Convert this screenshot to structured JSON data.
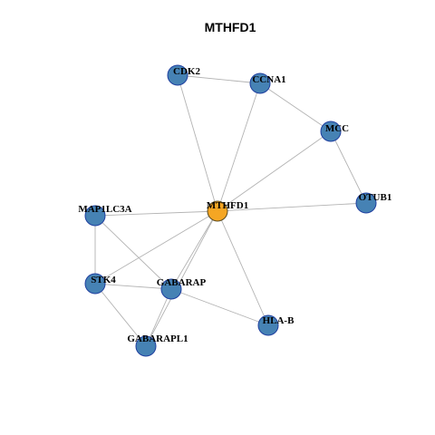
{
  "title": "MTHFD1",
  "colors": {
    "background": "#ffffff",
    "hub_fill": "#f5a623",
    "node_fill": "#4682b4",
    "node_stroke": "#1f3fa0",
    "edge": "#b3b3b3"
  },
  "nodes": [
    {
      "id": "MTHFD1",
      "label": "MTHFD1",
      "hub": true
    },
    {
      "id": "CDK2",
      "label": "CDK2",
      "hub": false
    },
    {
      "id": "CCNA1",
      "label": "CCNA1",
      "hub": false
    },
    {
      "id": "MCC",
      "label": "MCC",
      "hub": false
    },
    {
      "id": "OTUB1",
      "label": "OTUB1",
      "hub": false
    },
    {
      "id": "MAP1LC3A",
      "label": "MAP1LC3A",
      "hub": false
    },
    {
      "id": "STK4",
      "label": "STK4",
      "hub": false
    },
    {
      "id": "GABARAP",
      "label": "GABARAP",
      "hub": false
    },
    {
      "id": "HLA-B",
      "label": "HLA-B",
      "hub": false
    },
    {
      "id": "GABARAPL1",
      "label": "GABARAPL1",
      "hub": false
    }
  ],
  "edges": [
    [
      "MTHFD1",
      "CDK2"
    ],
    [
      "MTHFD1",
      "CCNA1"
    ],
    [
      "MTHFD1",
      "MCC"
    ],
    [
      "MTHFD1",
      "OTUB1"
    ],
    [
      "MTHFD1",
      "MAP1LC3A"
    ],
    [
      "MTHFD1",
      "STK4"
    ],
    [
      "MTHFD1",
      "GABARAP"
    ],
    [
      "MTHFD1",
      "HLA-B"
    ],
    [
      "MTHFD1",
      "GABARAPL1"
    ],
    [
      "CDK2",
      "CCNA1"
    ],
    [
      "CCNA1",
      "MCC"
    ],
    [
      "MCC",
      "OTUB1"
    ],
    [
      "MAP1LC3A",
      "STK4"
    ],
    [
      "MAP1LC3A",
      "GABARAP"
    ],
    [
      "STK4",
      "GABARAP"
    ],
    [
      "STK4",
      "GABARAPL1"
    ],
    [
      "GABARAP",
      "GABARAPL1"
    ],
    [
      "GABARAP",
      "HLA-B"
    ]
  ]
}
